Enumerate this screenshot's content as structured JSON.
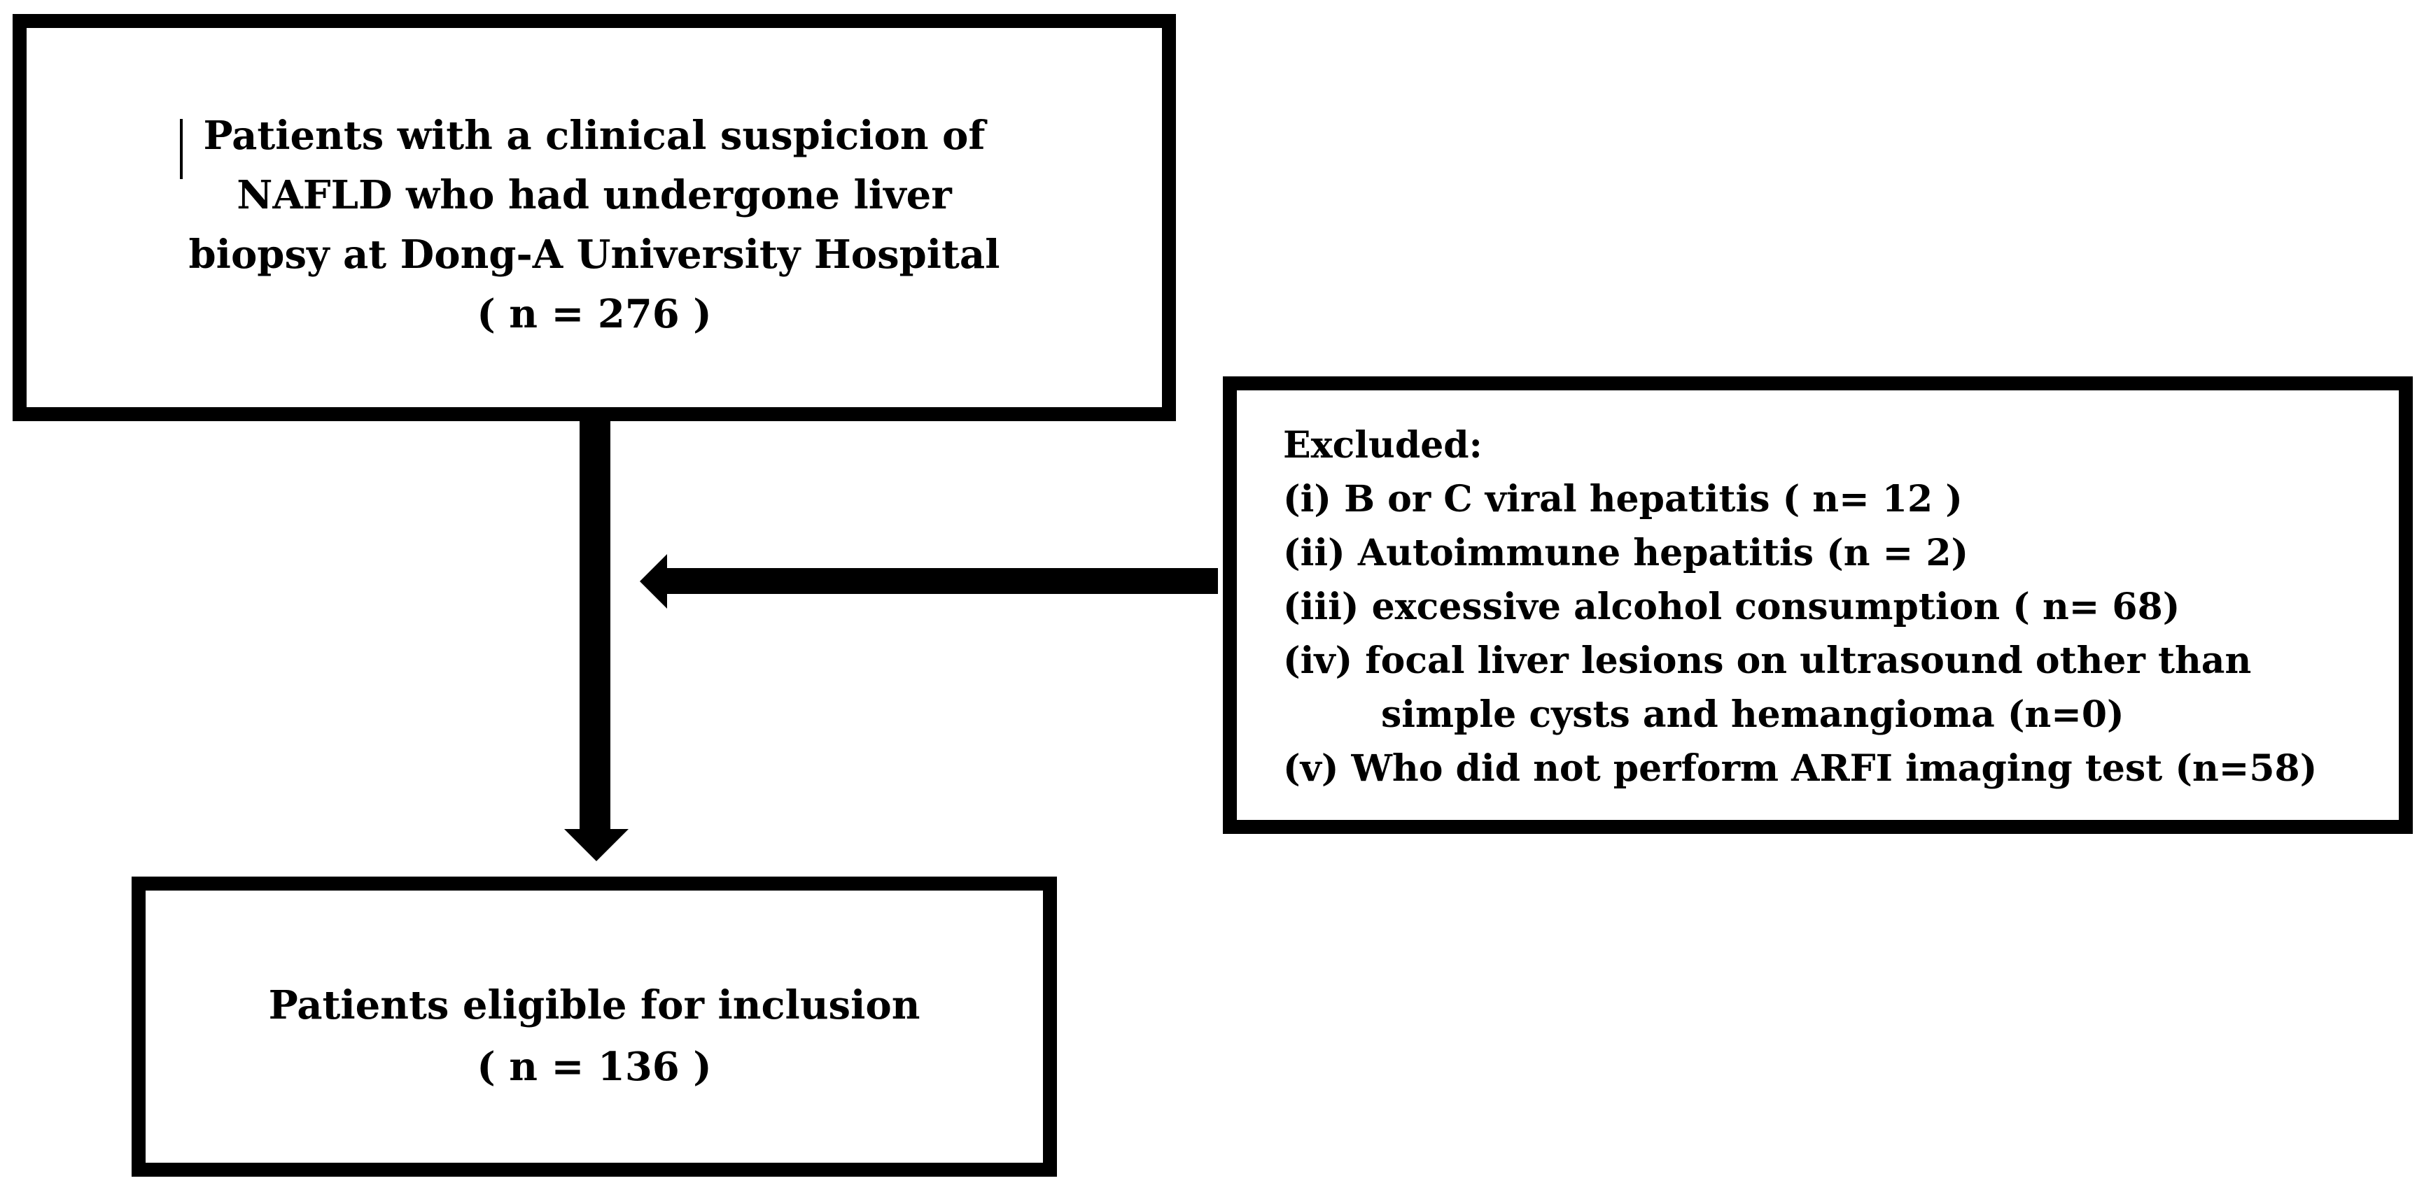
{
  "diagram": {
    "background": "#ffffff",
    "line_color": "#000000",
    "top_box": {
      "lines": [
        "Patients with a clinical suspicion of",
        "NAFLD who had undergone liver",
        "biopsy at Dong-A University Hospital",
        "( n = 276 )"
      ]
    },
    "excluded_box": {
      "title": "Excluded:",
      "items": [
        "(i) B or C viral hepatitis ( n= 12 )",
        "(ii) Autoimmune hepatitis (n = 2)",
        "(iii) excessive alcohol consumption ( n= 68)",
        "(iv) focal liver lesions on ultrasound other than",
        "simple cysts and hemangioma (n=0)",
        "(v) Who did not perform ARFI imaging test (n=58)"
      ]
    },
    "bottom_box": {
      "lines": [
        "Patients eligible for inclusion",
        "( n = 136 )"
      ]
    }
  }
}
